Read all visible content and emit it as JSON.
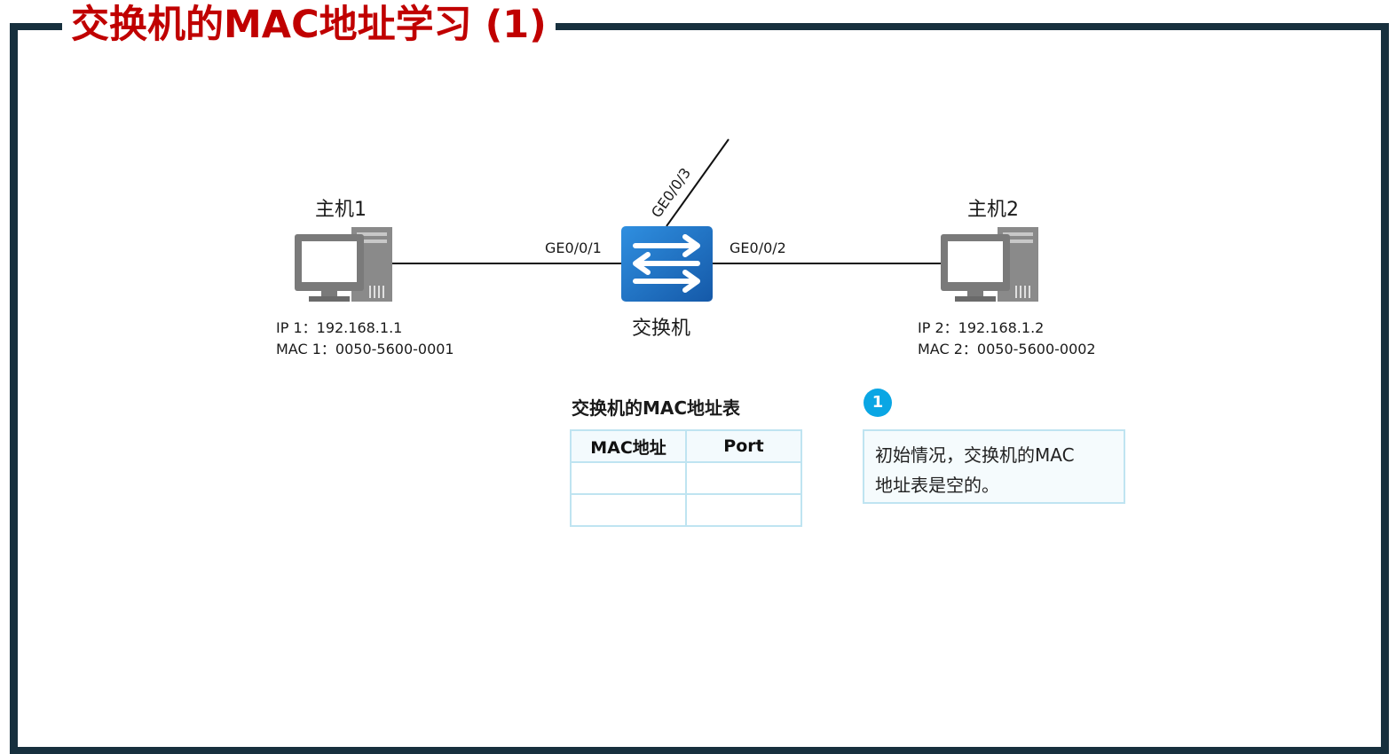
{
  "slide": {
    "title": "交换机的MAC地址学习 (1)",
    "colors": {
      "title": "#c00000",
      "frame": "#17303e",
      "switch": "#1d6fbd",
      "accent": "#0aa6e4",
      "table_border": "#bfe4f1"
    }
  },
  "topology": {
    "host1": {
      "name": "主机1",
      "ip": "IP 1：192.168.1.1",
      "mac": "MAC 1：0050-5600-0001",
      "icon": "desktop-computer-icon"
    },
    "host2": {
      "name": "主机2",
      "ip": "IP 2：192.168.1.2",
      "mac": "MAC 2：0050-5600-0002",
      "icon": "desktop-computer-icon"
    },
    "switch": {
      "name": "交换机",
      "icon": "switch-icon"
    },
    "ports": {
      "p1": "GE0/0/1",
      "p2": "GE0/0/2",
      "p3": "GE0/0/3"
    }
  },
  "mac_table": {
    "title": "交换机的MAC地址表",
    "headers": [
      "MAC地址",
      "Port"
    ],
    "rows": [
      [
        "",
        ""
      ],
      [
        "",
        ""
      ]
    ]
  },
  "step": {
    "number": "1",
    "text_line1": "初始情况，交换机的MAC",
    "text_line2": "地址表是空的。"
  }
}
